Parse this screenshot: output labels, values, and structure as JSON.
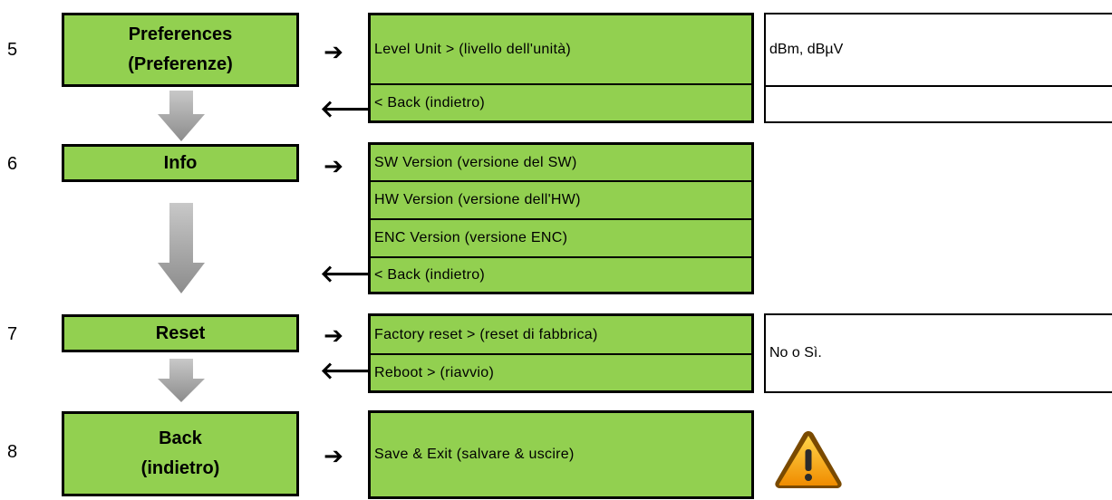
{
  "steps": [
    {
      "number": "5",
      "title_line1": "Preferences",
      "title_line2": "(Preferenze)"
    },
    {
      "number": "6",
      "title_line1": "Info",
      "title_line2": ""
    },
    {
      "number": "7",
      "title_line1": "Reset",
      "title_line2": ""
    },
    {
      "number": "8",
      "title_line1": "Back",
      "title_line2": "(indietro)"
    }
  ],
  "submenus": {
    "preferences": [
      "Level Unit > (livello dell'unità)",
      "< Back (indietro)"
    ],
    "info": [
      "SW Version (versione del SW)",
      "HW Version (versione dell'HW)",
      "ENC Version (versione ENC)",
      "< Back (indietro)"
    ],
    "reset": [
      "Factory reset > (reset di fabbrica)",
      "Reboot > (riavvio)"
    ],
    "back": [
      "Save & Exit (salvare & uscire)"
    ]
  },
  "notes": {
    "level_unit_options": "dBm, dBµV",
    "level_unit_back": "",
    "reset_options": "No o Sì."
  },
  "arrows": {
    "right": "➔",
    "left": "🡐"
  },
  "icons": {
    "down_arrow": "down-arrow-icon",
    "warning": "warning-icon"
  },
  "colors": {
    "menu_green": "#92d050",
    "arrow_gray": "#a6a6a6",
    "warning_orange": "#f5a623"
  }
}
